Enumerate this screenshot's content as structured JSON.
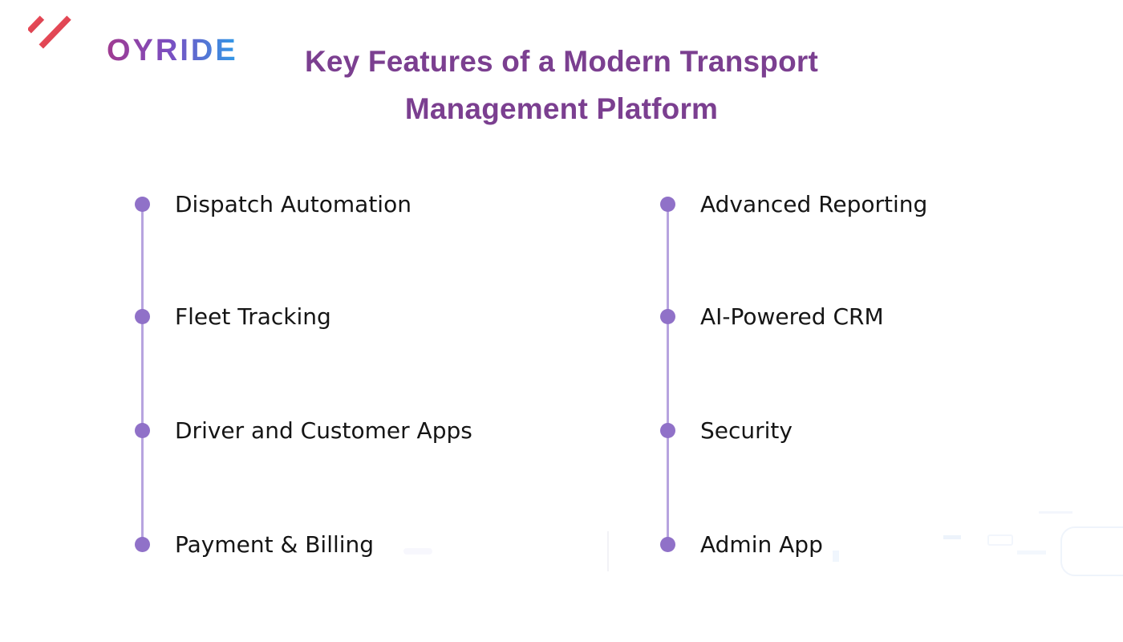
{
  "brand": {
    "name": "ZOYRIDE",
    "wordmark": "OYRIDE"
  },
  "title": {
    "line1": "Key Features of a Modern Transport",
    "line2": "Management Platform"
  },
  "features": {
    "left": [
      "Dispatch Automation",
      "Fleet Tracking",
      "Driver and Customer Apps",
      "Payment & Billing"
    ],
    "right": [
      "Advanced Reporting",
      "AI-Powered CRM",
      "Security",
      "Admin App"
    ]
  },
  "colors": {
    "background": "#FFFFFF",
    "title_purple": "#7B3F90",
    "bullet_purple": "#9071C8",
    "timeline_lavender": "#B7A4DF",
    "label_text": "#151515",
    "logo_red": "#E2424F",
    "logo_gradient_start": "#A03B91",
    "logo_gradient_mid": "#7A4EC1",
    "logo_gradient_end": "#2F9BE8"
  }
}
